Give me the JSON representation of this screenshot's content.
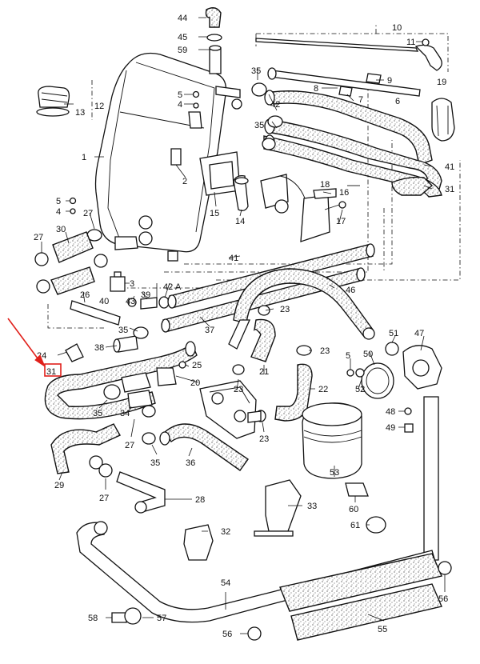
{
  "labels": [
    {
      "id": "44",
      "text": "44"
    },
    {
      "id": "45",
      "text": "45"
    },
    {
      "id": "59",
      "text": "59"
    },
    {
      "id": "10",
      "text": "10"
    },
    {
      "id": "11",
      "text": "11"
    },
    {
      "id": "35a",
      "text": "35"
    },
    {
      "id": "9",
      "text": "9"
    },
    {
      "id": "19",
      "text": "19"
    },
    {
      "id": "8",
      "text": "8"
    },
    {
      "id": "7",
      "text": "7"
    },
    {
      "id": "6",
      "text": "6"
    },
    {
      "id": "42a",
      "text": "42"
    },
    {
      "id": "35b",
      "text": "35"
    },
    {
      "id": "5a",
      "text": "5"
    },
    {
      "id": "4a",
      "text": "4"
    },
    {
      "id": "12",
      "text": "12"
    },
    {
      "id": "13",
      "text": "13"
    },
    {
      "id": "1",
      "text": "1"
    },
    {
      "id": "2",
      "text": "2"
    },
    {
      "id": "41a",
      "text": "41"
    },
    {
      "id": "31a",
      "text": "31"
    },
    {
      "id": "18",
      "text": "18"
    },
    {
      "id": "16",
      "text": "16"
    },
    {
      "id": "17",
      "text": "17"
    },
    {
      "id": "15",
      "text": "15"
    },
    {
      "id": "14",
      "text": "14"
    },
    {
      "id": "5b",
      "text": "5"
    },
    {
      "id": "4b",
      "text": "4"
    },
    {
      "id": "27a",
      "text": "27"
    },
    {
      "id": "27b",
      "text": "27"
    },
    {
      "id": "30",
      "text": "30"
    },
    {
      "id": "41b",
      "text": "41"
    },
    {
      "id": "3",
      "text": "3"
    },
    {
      "id": "42b",
      "text": "42"
    },
    {
      "id": "A",
      "text": "A"
    },
    {
      "id": "26",
      "text": "26"
    },
    {
      "id": "43",
      "text": "43"
    },
    {
      "id": "39",
      "text": "39"
    },
    {
      "id": "40",
      "text": "40"
    },
    {
      "id": "46",
      "text": "46"
    },
    {
      "id": "23a",
      "text": "23"
    },
    {
      "id": "35c",
      "text": "35"
    },
    {
      "id": "37",
      "text": "37"
    },
    {
      "id": "38",
      "text": "38"
    },
    {
      "id": "24",
      "text": "24"
    },
    {
      "id": "31b",
      "text": "31"
    },
    {
      "id": "25",
      "text": "25"
    },
    {
      "id": "21",
      "text": "21"
    },
    {
      "id": "23b",
      "text": "23"
    },
    {
      "id": "51",
      "text": "51"
    },
    {
      "id": "47",
      "text": "47"
    },
    {
      "id": "50",
      "text": "50"
    },
    {
      "id": "5c",
      "text": "5"
    },
    {
      "id": "52",
      "text": "52"
    },
    {
      "id": "20",
      "text": "20"
    },
    {
      "id": "23c",
      "text": "23"
    },
    {
      "id": "22",
      "text": "22"
    },
    {
      "id": "35d",
      "text": "35"
    },
    {
      "id": "34",
      "text": "34"
    },
    {
      "id": "48",
      "text": "48"
    },
    {
      "id": "49",
      "text": "49"
    },
    {
      "id": "27c",
      "text": "27"
    },
    {
      "id": "23d",
      "text": "23"
    },
    {
      "id": "53",
      "text": "53"
    },
    {
      "id": "35e",
      "text": "35"
    },
    {
      "id": "36",
      "text": "36"
    },
    {
      "id": "29",
      "text": "29"
    },
    {
      "id": "27d",
      "text": "27"
    },
    {
      "id": "28",
      "text": "28"
    },
    {
      "id": "33",
      "text": "33"
    },
    {
      "id": "60",
      "text": "60"
    },
    {
      "id": "32",
      "text": "32"
    },
    {
      "id": "61",
      "text": "61"
    },
    {
      "id": "54",
      "text": "54"
    },
    {
      "id": "56a",
      "text": "56"
    },
    {
      "id": "58",
      "text": "58"
    },
    {
      "id": "57",
      "text": "57"
    },
    {
      "id": "55",
      "text": "55"
    },
    {
      "id": "56b",
      "text": "56"
    }
  ],
  "highlight": {
    "label_id": "31b",
    "color": "#e0201b"
  },
  "colors": {
    "line": "#111111",
    "highlight": "#e0201b",
    "background": "#ffffff"
  }
}
